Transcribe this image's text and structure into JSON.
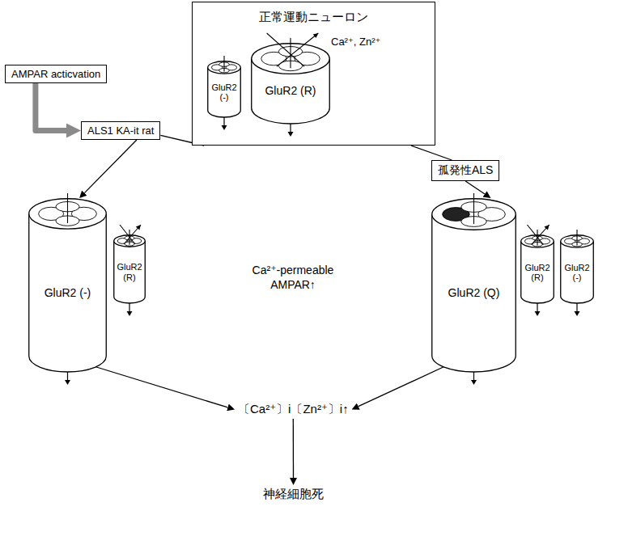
{
  "diagram": {
    "nodes": [
      {
        "text": [
          "正常運動ニューロン"
        ]
      },
      {
        "text": [
          "GluR2 (-)"
        ],
        "in": 0
      },
      {
        "text": [
          "GluR2 (R)"
        ],
        "in": 0
      },
      {
        "text": [
          "AMPAR acticvation"
        ]
      },
      {
        "text": [
          "ALS1 KA-it rat"
        ]
      },
      {
        "text": [
          "孤発性ALS"
        ]
      },
      {
        "text": [
          "GluR2 (-)"
        ]
      },
      {
        "text": [
          "GluR2 (R)"
        ]
      },
      {
        "text": [
          "GluR2 (Q)"
        ]
      },
      {
        "text": [
          "GluR2 (R)"
        ]
      },
      {
        "text": [
          "GluR2 (-)"
        ]
      },
      {
        "text": [
          "〔Ca²⁺〕i〔Zn²⁺〕i↑"
        ]
      },
      {
        "text": [
          "神経細胞死"
        ]
      }
    ],
    "edges": [
      {
        "from": 3,
        "to": 4,
        "arrow": "to"
      },
      {
        "from": 0,
        "to": 4,
        "arrow": "none"
      },
      {
        "from": 4,
        "to": 6,
        "arrow": "to"
      },
      {
        "from": 0,
        "to": 5,
        "arrow": "none"
      },
      {
        "from": 5,
        "to": 8,
        "arrow": "to"
      },
      {
        "from": 6,
        "to": 11,
        "arrow": "to"
      },
      {
        "from": 8,
        "to": 11,
        "arrow": "to"
      },
      {
        "from": 11,
        "to": 12,
        "arrow": "to"
      }
    ],
    "labels": [
      "Ca²⁺, Zn²⁺",
      "Ca²⁺-permeable AMPAR↑"
    ]
  }
}
